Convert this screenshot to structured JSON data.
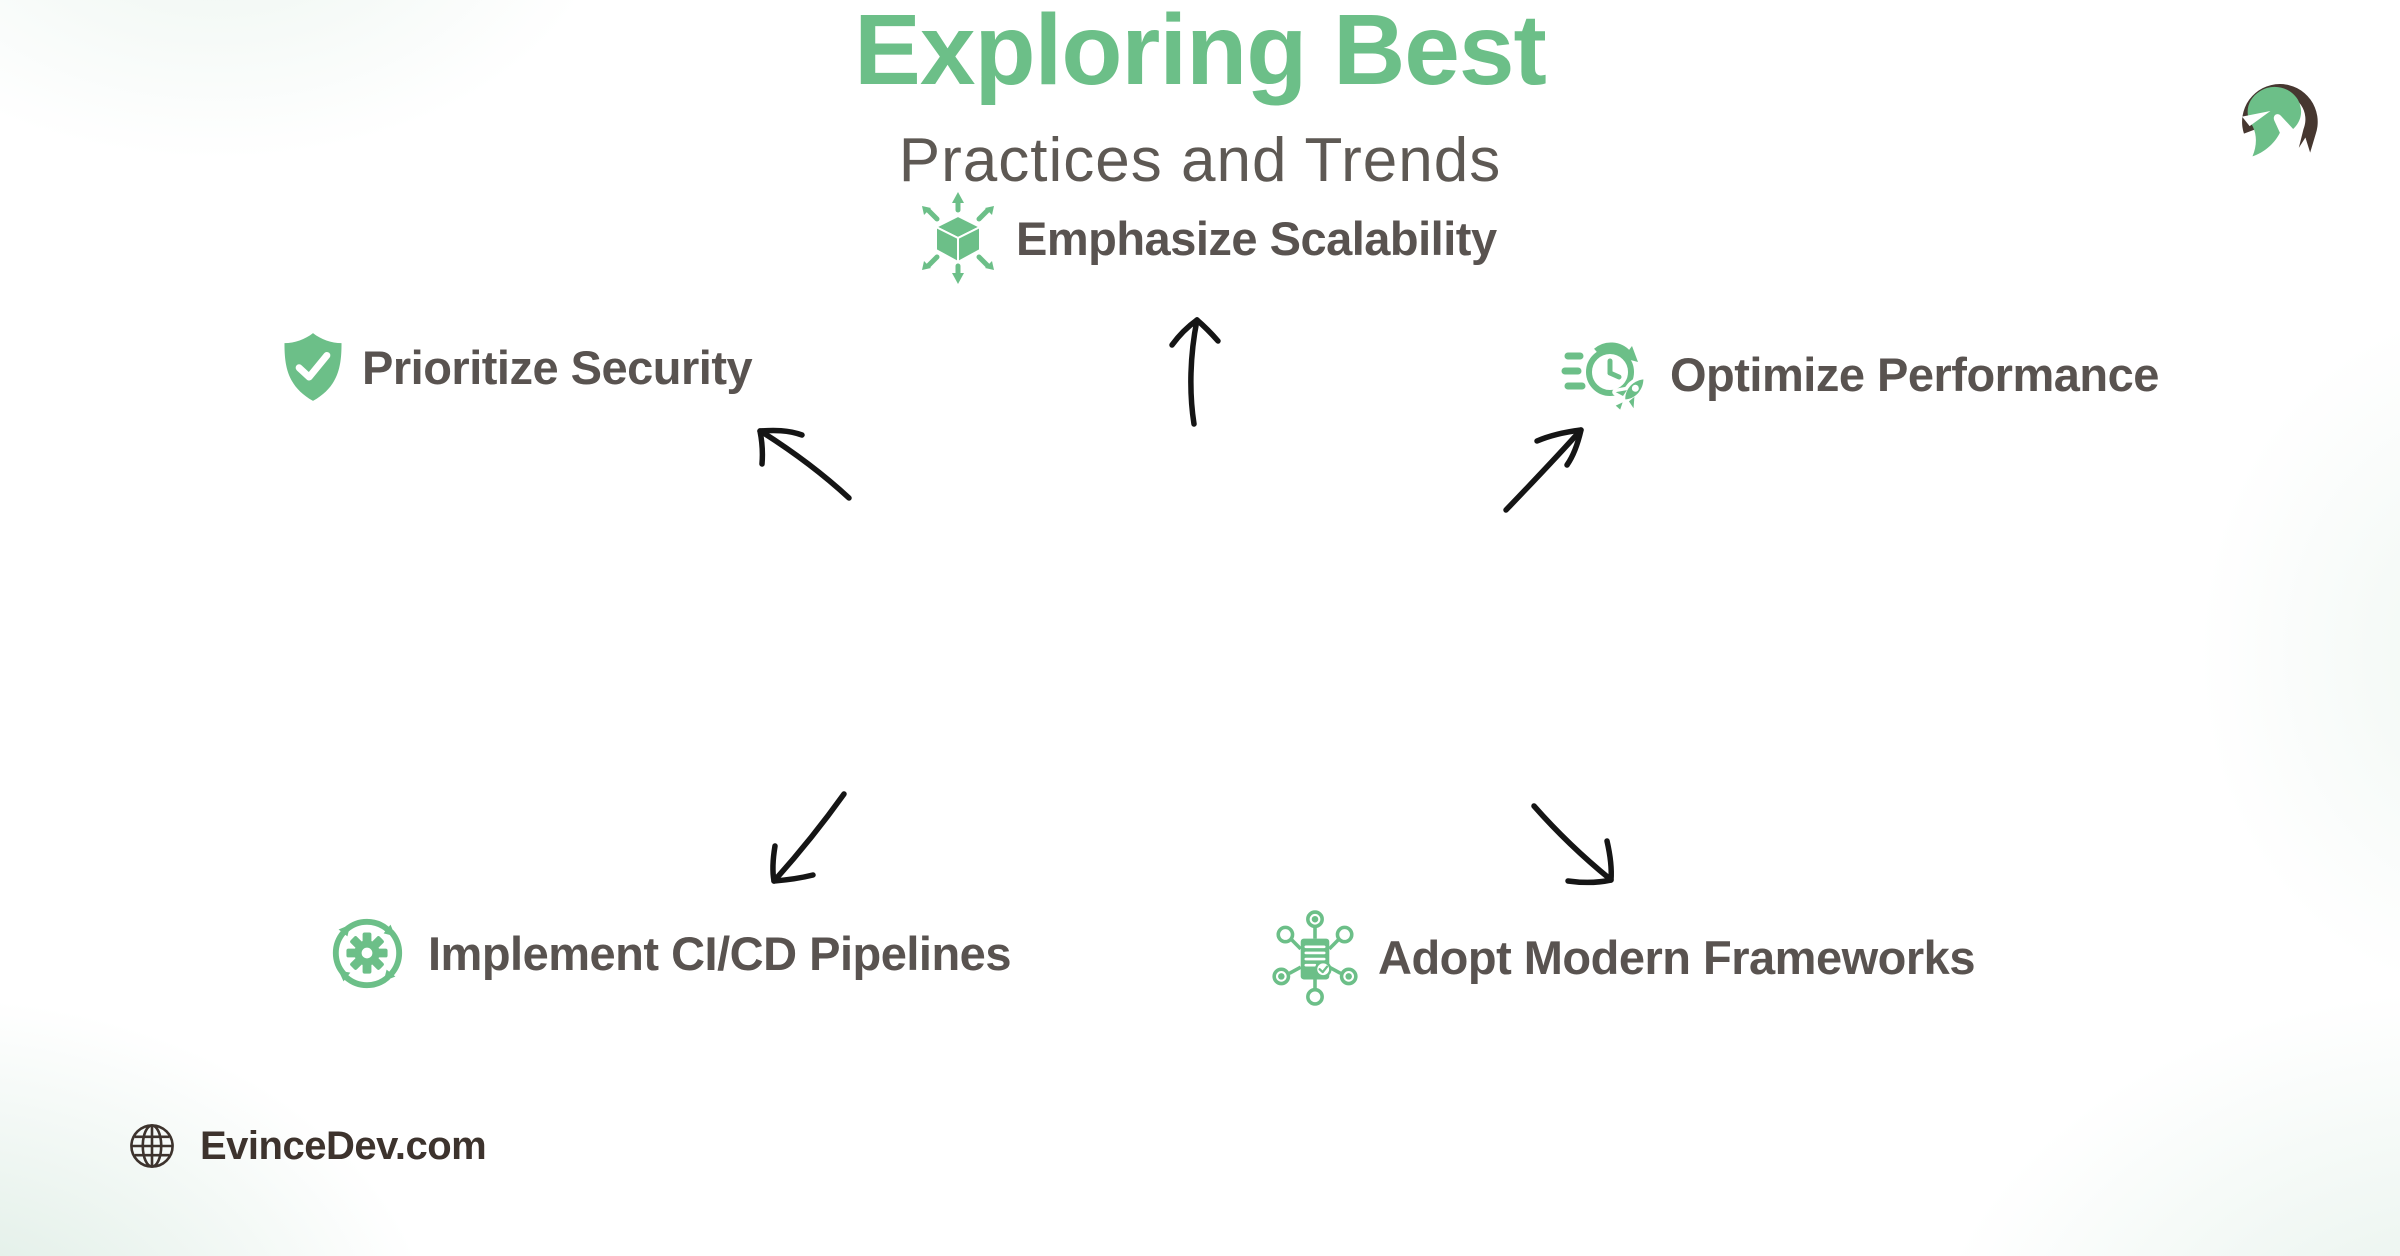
{
  "brand": {
    "logo_name": "evincedev-spartan-helmet-logo",
    "website": "EvinceDev.com"
  },
  "center": {
    "title": "Exploring Best",
    "subtitle": "Practices and Trends"
  },
  "items": [
    {
      "label": "Emphasize Scalability",
      "icon": "scale-out-cube-icon",
      "position": "top-center"
    },
    {
      "label": "Prioritize Security",
      "icon": "shield-check-icon",
      "position": "mid-left"
    },
    {
      "label": "Optimize Performance",
      "icon": "clock-rocket-icon",
      "position": "mid-right"
    },
    {
      "label": "Implement CI/CD Pipelines",
      "icon": "gear-cycle-icon",
      "position": "bottom-left"
    },
    {
      "label": "Adopt Modern Frameworks",
      "icon": "doc-network-icon",
      "position": "bottom-right"
    }
  ],
  "colors": {
    "accent_green": "#6CBF88",
    "label_text": "#595350",
    "subtitle_text": "#5E5954",
    "footer_text": "#3D332D",
    "arrow": "#151515",
    "logo_crest": "#463730",
    "background_tint": "#DFEEE6"
  }
}
